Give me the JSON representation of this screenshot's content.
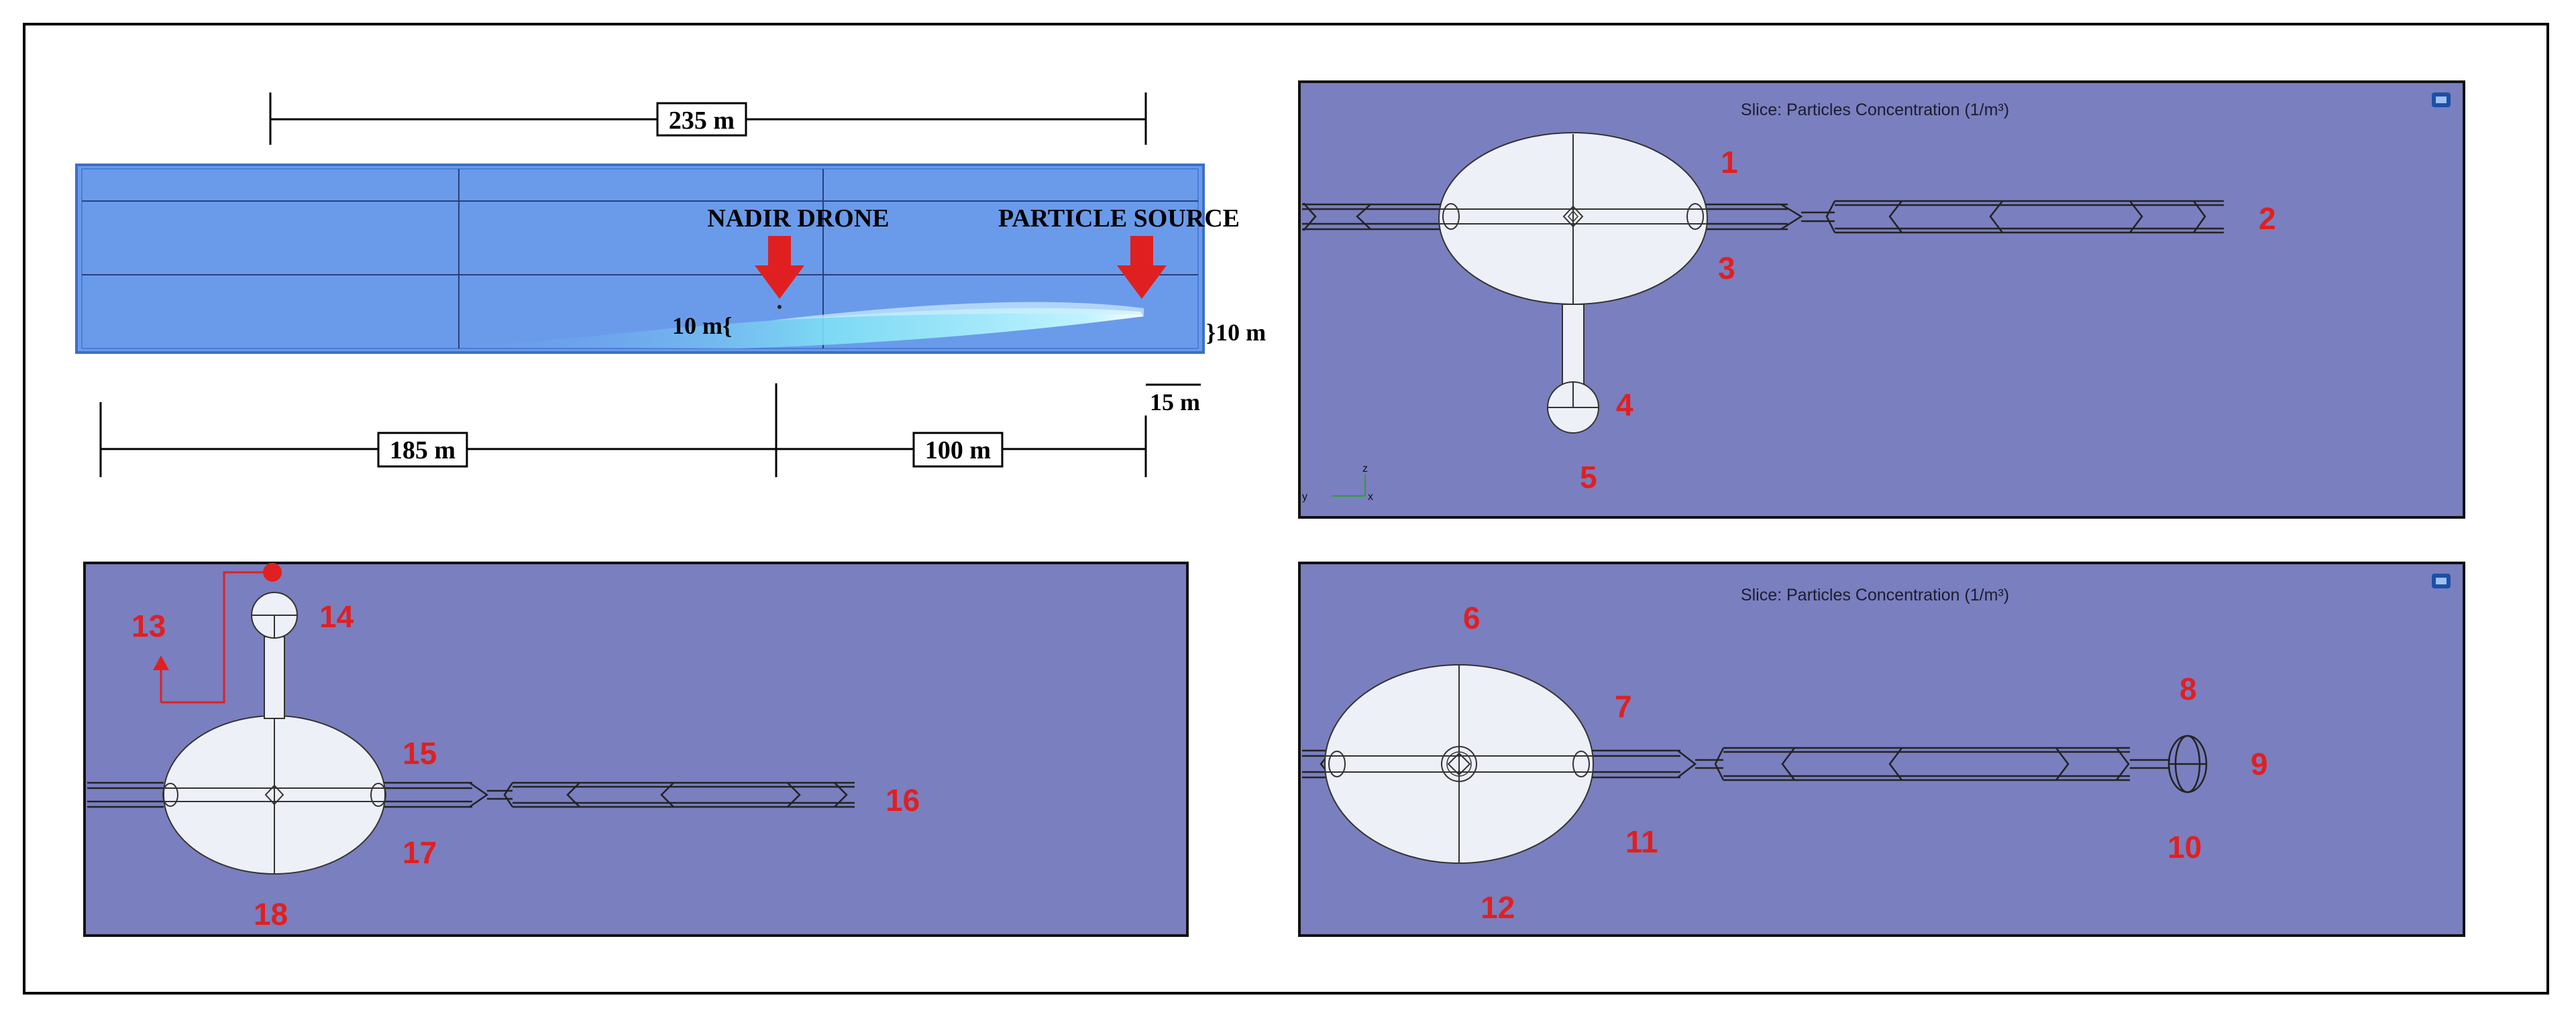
{
  "colors": {
    "channel_blue": "#6a9bea",
    "panel_bg": "#7a7fbf",
    "plume": "#7fe0f5",
    "arrow_red": "#e02020",
    "label_red": "#e02020",
    "ellipse_fill": "#eef0f8"
  },
  "top_left": {
    "dim_top": "235 m",
    "label_drone": "NADIR DRONE",
    "label_source": "PARTICLE SOURCE",
    "dim_10m_left": "10 m{",
    "dim_10m_right": "}10 m",
    "dim_15m": "15 m",
    "dim_185": "185 m",
    "dim_100": "100 m"
  },
  "top_right": {
    "title": "Slice: Particles Concentration (1/m³)",
    "axis_z": "z",
    "axis_y": "y",
    "axis_x": "x",
    "labels": [
      "1",
      "2",
      "3",
      "4",
      "5"
    ]
  },
  "bottom_left": {
    "labels": [
      "13",
      "14",
      "15",
      "16",
      "17",
      "18"
    ]
  },
  "bottom_right": {
    "title": "Slice: Particles Concentration (1/m³)",
    "labels": [
      "6",
      "7",
      "8",
      "9",
      "10",
      "11",
      "12"
    ]
  }
}
